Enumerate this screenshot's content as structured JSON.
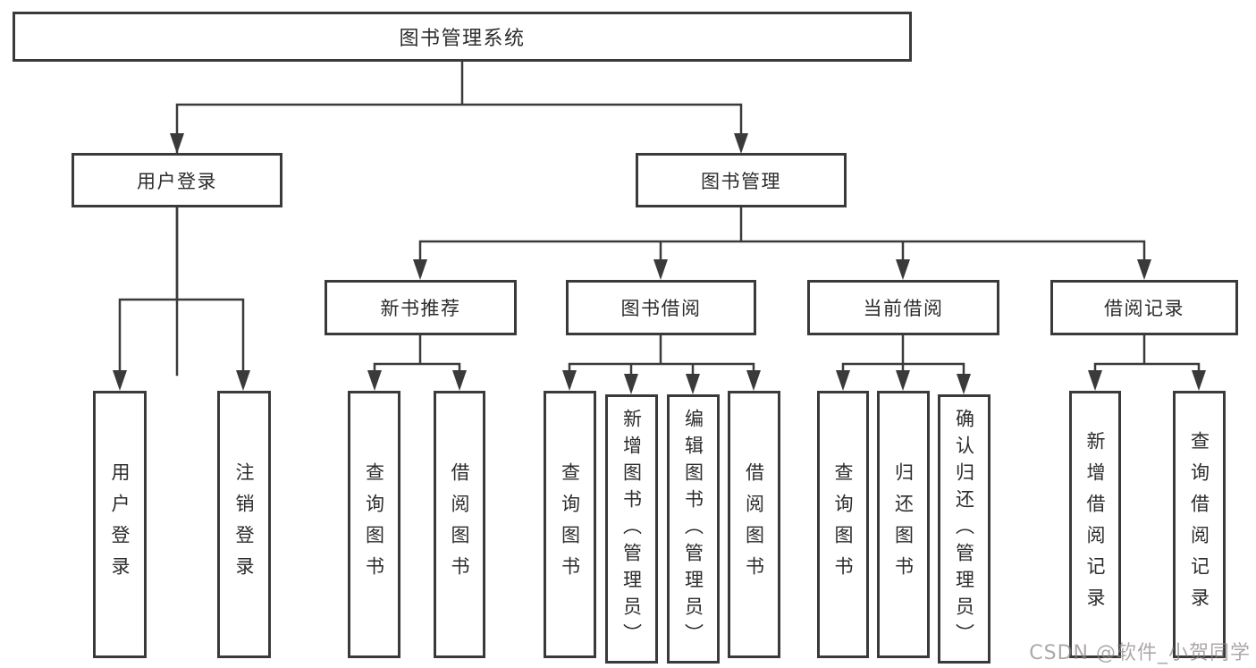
{
  "diagram": {
    "root": "图书管理系统",
    "level2": [
      "用户登录",
      "图书管理"
    ],
    "level3": [
      "新书推荐",
      "图书借阅",
      "当前借阅",
      "借阅记录"
    ],
    "leaves": {
      "login": [
        "用户登录",
        "注销登录"
      ],
      "recommend": [
        "查询图书",
        "借阅图书"
      ],
      "borrow": [
        "查询图书",
        "新增图书（管理员）",
        "编辑图书（管理员）",
        "借阅图书"
      ],
      "current": [
        "查询图书",
        "归还图书",
        "确认归还（管理员）"
      ],
      "records": [
        "新增借阅记录",
        "查询借阅记录"
      ]
    }
  },
  "watermark": {
    "text": "CSDN @软件_小贺同学"
  },
  "colors": {
    "line": "#3a3a3a",
    "box_border": "#3a3a3a",
    "text": "#2c2c2c",
    "background": "#ffffff",
    "watermark": "#8d8787"
  }
}
